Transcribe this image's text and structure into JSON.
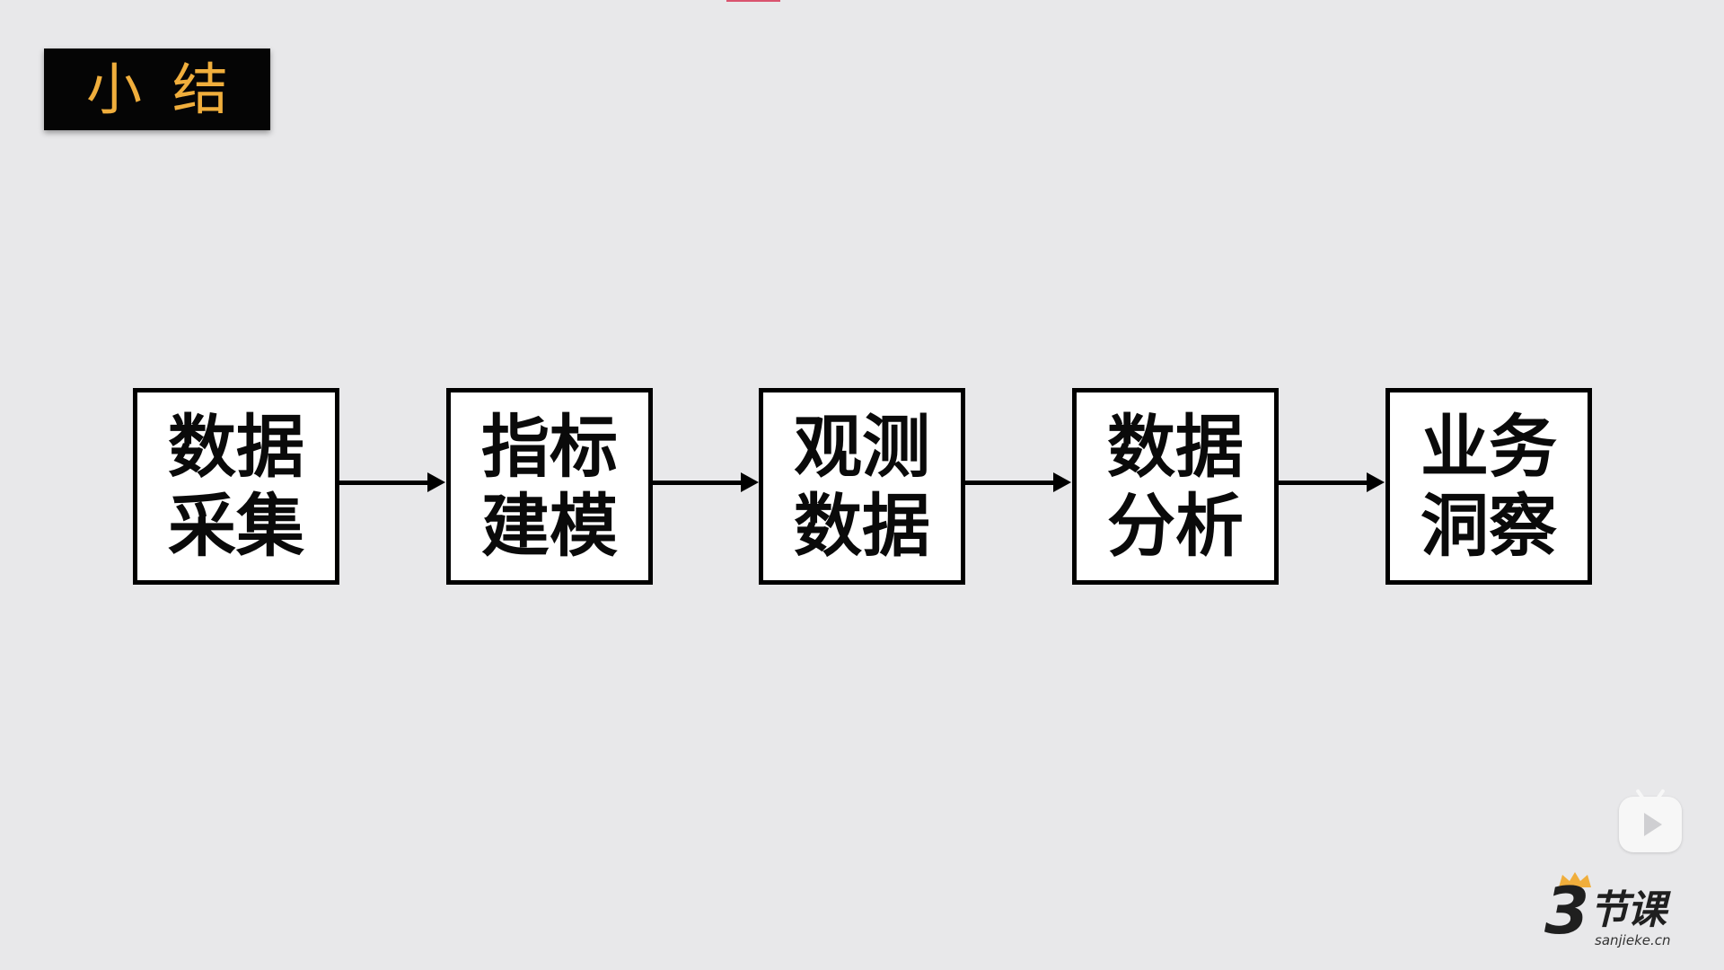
{
  "slide": {
    "title": "小结",
    "background": "#e8e8ea",
    "title_color": "#f0ae3c",
    "title_bg": "#050505"
  },
  "flow": {
    "nodes": [
      {
        "line1": "数据",
        "line2": "采集"
      },
      {
        "line1": "指标",
        "line2": "建模"
      },
      {
        "line1": "观测",
        "line2": "数据"
      },
      {
        "line1": "数据",
        "line2": "分析"
      },
      {
        "line1": "业务",
        "line2": "洞察"
      }
    ]
  },
  "watermark": {
    "play_icon": "bilibili-play-icon",
    "logo_number": "3",
    "logo_text": "节课",
    "logo_url": "sanjieke.cn",
    "crown_color": "#f0ae3c"
  }
}
